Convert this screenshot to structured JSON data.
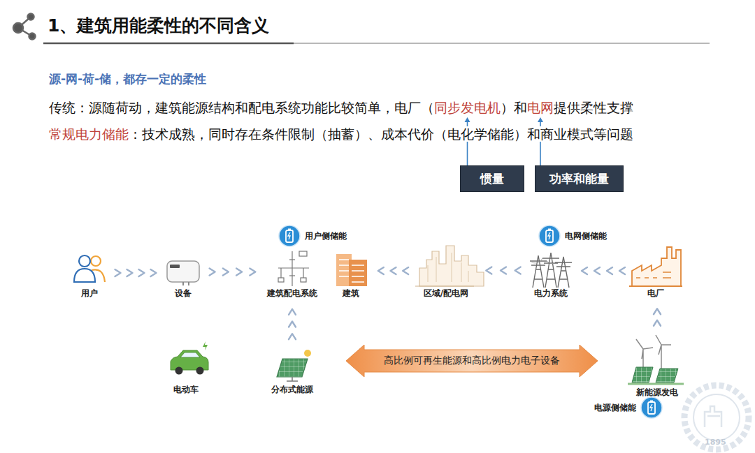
{
  "diagram": {
    "title": "1、建筑用能柔性的不同含义",
    "nodes": [
      {
        "text": [
          "惯量"
        ]
      },
      {
        "text": [
          "功率和能量"
        ]
      },
      {
        "text": [
          "用户侧储能"
        ]
      },
      {
        "text": [
          "电网侧储能"
        ]
      },
      {
        "text": [
          "用户"
        ]
      },
      {
        "text": [
          "设备"
        ]
      },
      {
        "text": [
          "建筑配电系统"
        ]
      },
      {
        "text": [
          "建筑"
        ]
      },
      {
        "text": [
          "区域/配电网"
        ]
      },
      {
        "text": [
          "电力系统"
        ]
      },
      {
        "text": [
          "电厂"
        ]
      },
      {
        "text": [
          "电动车"
        ]
      },
      {
        "text": [
          "分布式能源"
        ]
      },
      {
        "text": [
          "高比例可再生能源和高比例电力电子设备"
        ]
      },
      {
        "text": [
          "新能源发电"
        ]
      },
      {
        "text": [
          "电源侧储能"
        ]
      }
    ],
    "edges": [
      {
        "from": 4,
        "to": 5,
        "arrow": "to"
      },
      {
        "from": 5,
        "to": 6,
        "arrow": "to"
      },
      {
        "from": 8,
        "to": 7,
        "arrow": "to"
      },
      {
        "from": 9,
        "to": 8,
        "arrow": "to"
      },
      {
        "from": 10,
        "to": 9,
        "arrow": "to"
      },
      {
        "from": 12,
        "to": 6,
        "arrow": "to"
      },
      {
        "from": 14,
        "to": 10,
        "arrow": "to"
      }
    ],
    "labels": [
      "源-网-荷-储，都存一定的柔性",
      "传统：源随荷动，建筑能源结构和配电系统功能比较简单，电厂（",
      "同步发电机",
      "）和",
      "电网",
      "提供柔性支撑",
      "常规电力储能",
      "：技术成熟，同时存在条件限制（抽蓄）、成本代价（电化学储能）和商业模式等问题",
      "1895"
    ]
  }
}
